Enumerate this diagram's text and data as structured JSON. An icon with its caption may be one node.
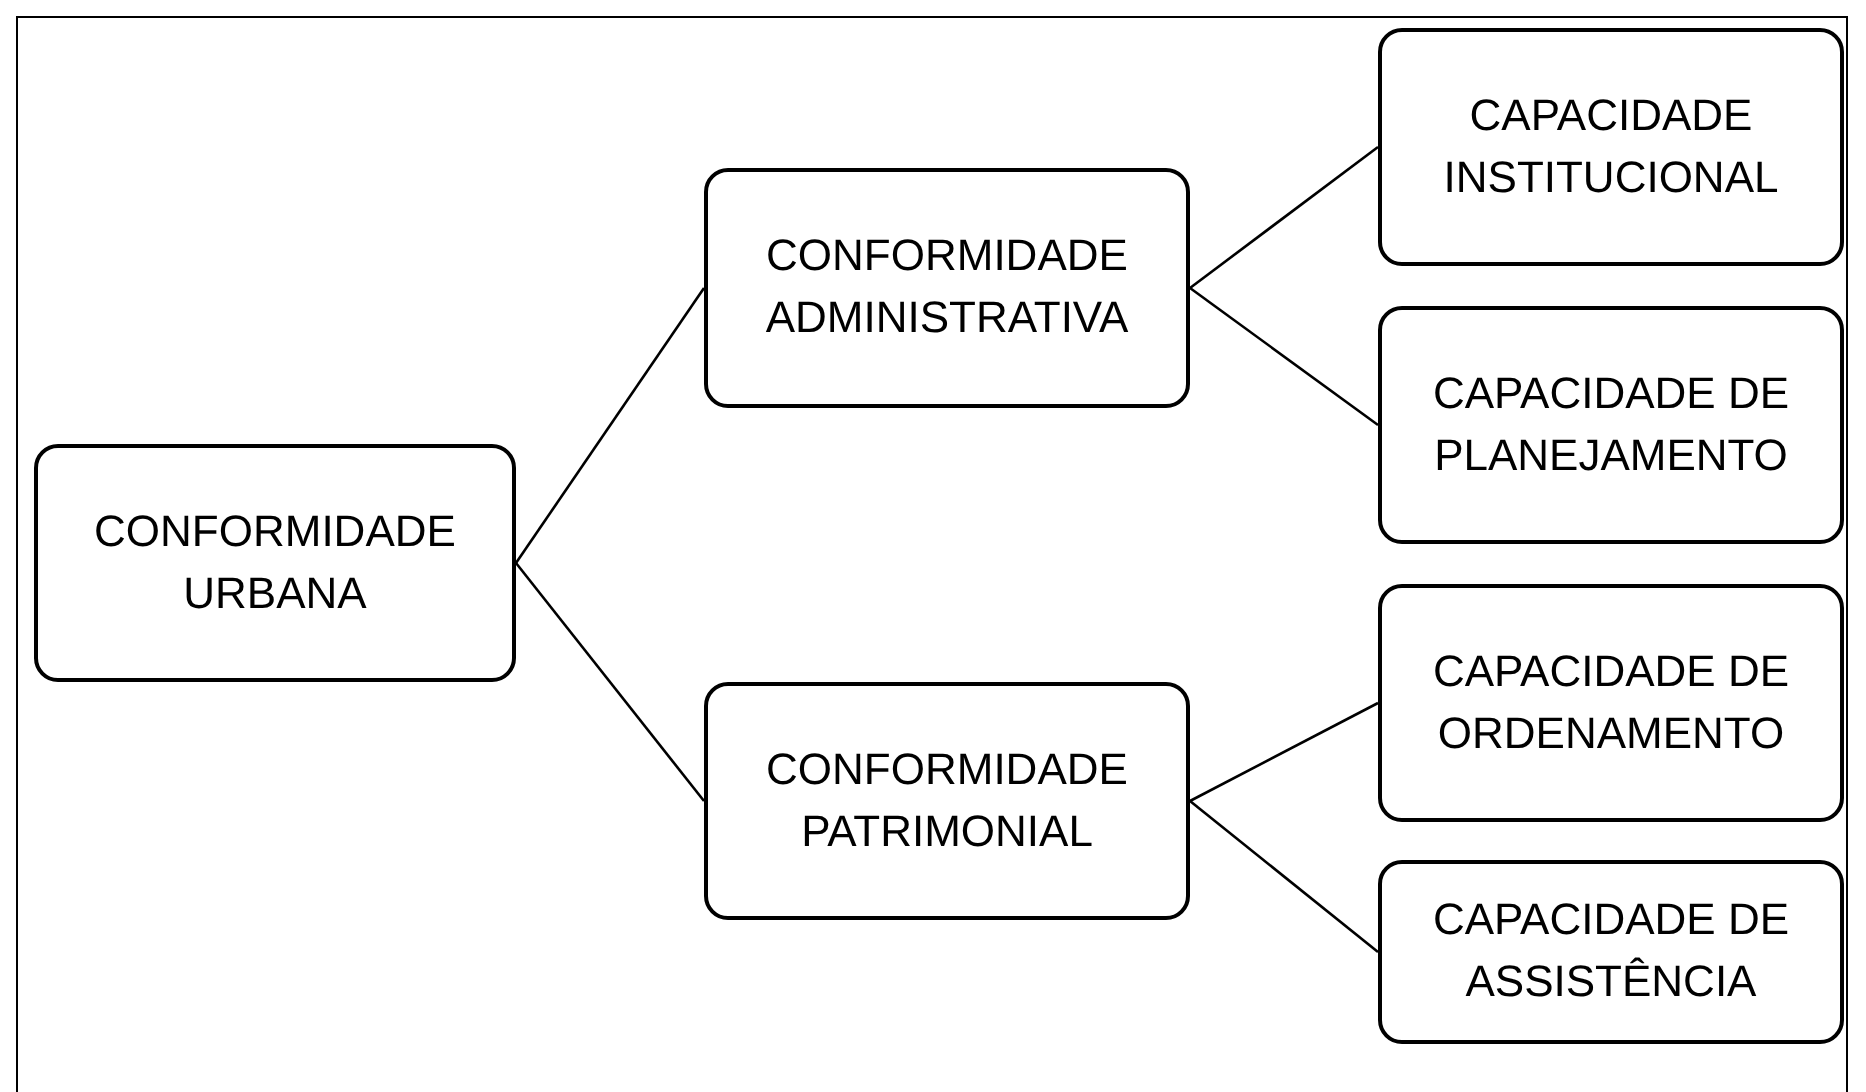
{
  "diagram": {
    "nodes": [
      {
        "text": [
          "CONFORMIDADE URBANA"
        ]
      },
      {
        "text": [
          "CONFORMIDADE ADMINISTRATIVA"
        ]
      },
      {
        "text": [
          "CONFORMIDADE PATRIMONIAL"
        ]
      },
      {
        "text": [
          "CAPACIDADE INSTITUCIONAL"
        ]
      },
      {
        "text": [
          "CAPACIDADE DE PLANEJAMENTO"
        ]
      },
      {
        "text": [
          "CAPACIDADE DE ORDENAMENTO"
        ]
      },
      {
        "text": [
          "CAPACIDADE DE ASSISTÊNCIA"
        ]
      }
    ],
    "edges": [
      {
        "from": 0,
        "to": 1,
        "arrow": "none"
      },
      {
        "from": 0,
        "to": 2,
        "arrow": "none"
      },
      {
        "from": 1,
        "to": 3,
        "arrow": "none"
      },
      {
        "from": 1,
        "to": 4,
        "arrow": "none"
      },
      {
        "from": 2,
        "to": 5,
        "arrow": "none"
      },
      {
        "from": 2,
        "to": 6,
        "arrow": "none"
      }
    ]
  }
}
